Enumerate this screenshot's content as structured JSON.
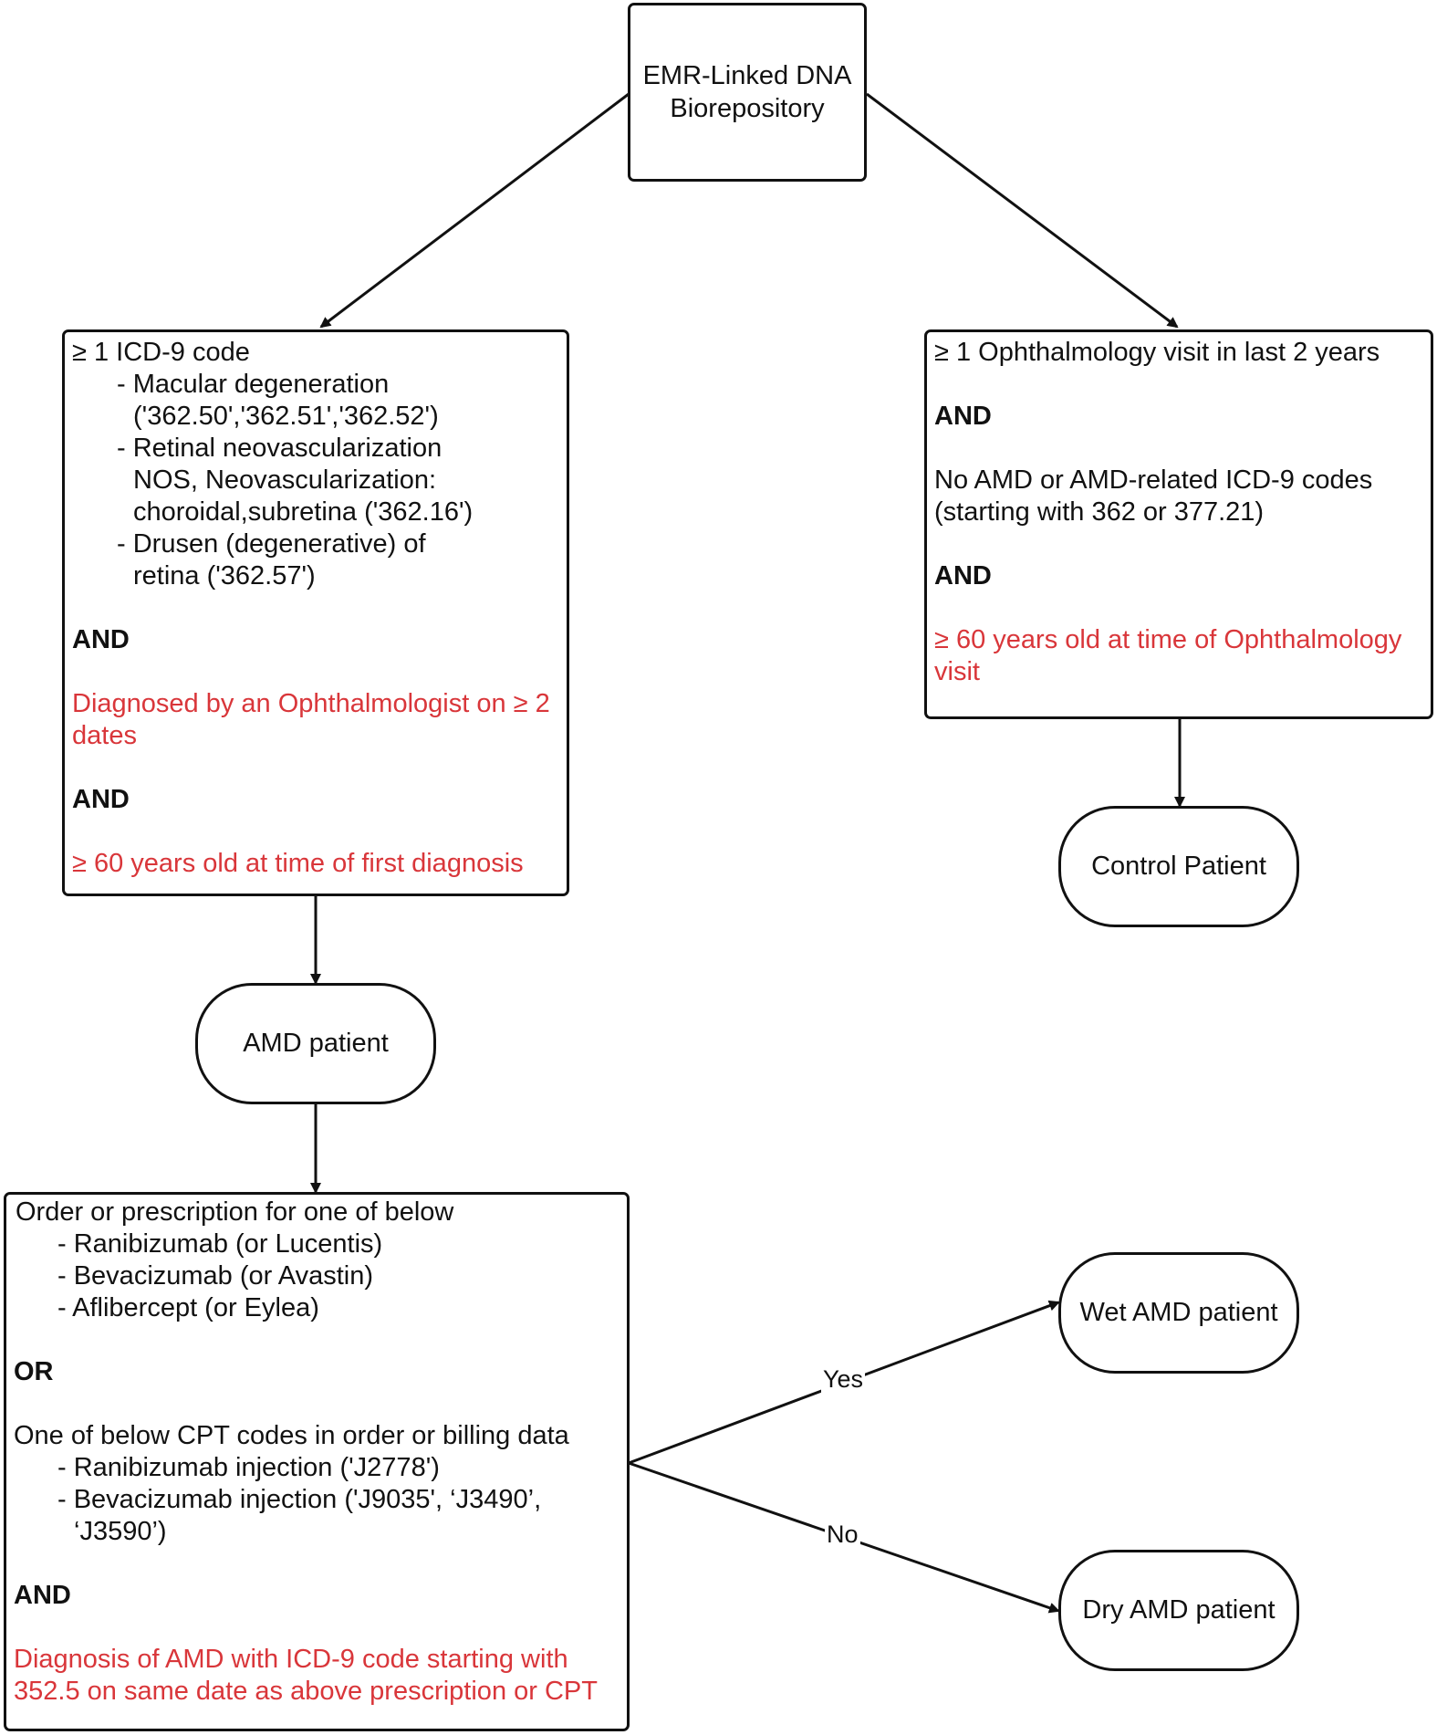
{
  "root": {
    "line1": "EMR-Linked DNA",
    "line2": "Biorepository"
  },
  "case_criteria": {
    "lines": [
      "≥ 1 ICD-9 code",
      "- Macular degeneration",
      "('362.50','362.51','362.52')",
      "- Retinal neovascularization",
      "NOS, Neovascularization:",
      "choroidal,subretina ('362.16')",
      "- Drusen (degenerative) of",
      "retina ('362.57')"
    ],
    "and1": "AND",
    "red1_line1": "Diagnosed by an Ophthalmologist on ≥ 2",
    "red1_line2": "dates",
    "and2": "AND",
    "red2": "≥ 60 years old at time of first diagnosis"
  },
  "control_criteria": {
    "line1": "≥ 1 Ophthalmology visit in last 2 years",
    "and1": "AND",
    "line2": "No AMD or AMD-related ICD-9 codes",
    "line3": "(starting with 362 or 377.21)",
    "and2": "AND",
    "red1": "≥ 60 years old at time of Ophthalmology",
    "red2": "visit"
  },
  "amd_patient": "AMD patient",
  "control_patient": "Control Patient",
  "wet_criteria": {
    "lines_a": [
      "Order or prescription for one of below",
      "- Ranibizumab (or Lucentis)",
      "- Bevacizumab (or Avastin)",
      "- Aflibercept (or Eylea)"
    ],
    "or": "OR",
    "lines_b": [
      "One of below CPT codes in order or billing data",
      "- Ranibizumab injection ('J2778')",
      "- Bevacizumab injection ('J9035', ‘J3490’,",
      "‘J3590’)"
    ],
    "and": "AND",
    "red1": "Diagnosis of AMD with ICD-9 code starting with",
    "red2": "352.5 on same date as above prescription or CPT"
  },
  "wet_patient": "Wet AMD patient",
  "dry_patient": "Dry AMD patient",
  "edge_yes": "Yes",
  "edge_no": "No"
}
